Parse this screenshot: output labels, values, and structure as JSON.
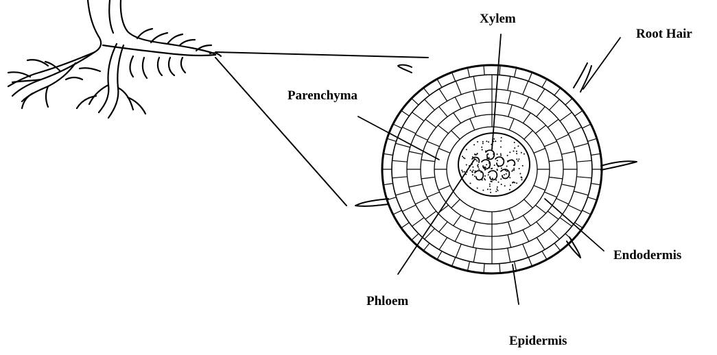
{
  "labels": {
    "xylem": "Xylem",
    "root_hair": "Root Hair",
    "parenchyma": "Parenchyma",
    "endodermis": "Endodermis",
    "phloem": "Phloem",
    "epidermis": "Epidermis"
  },
  "colors": {
    "ink": "#000000",
    "background": "#ffffff"
  }
}
